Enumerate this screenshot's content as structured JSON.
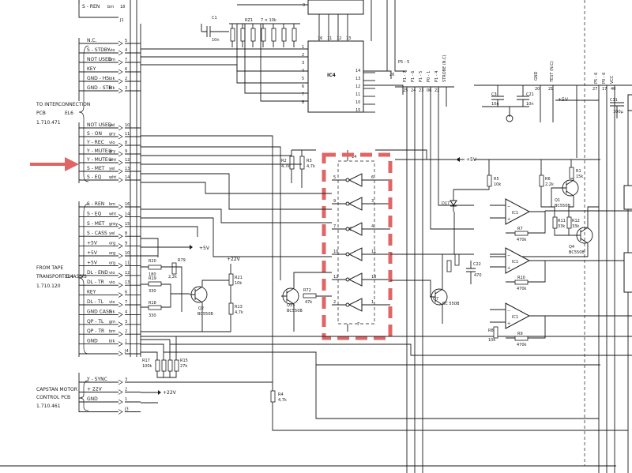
{
  "connector_el6": {
    "note_title": "TO INTERCONNECTION",
    "note_sub": "PCB",
    "name": "EL6",
    "part": "1.710.471",
    "pins_top": [
      {
        "label": "S - REN",
        "color": "brn",
        "num": "18"
      },
      {
        "label": "",
        "color": "",
        "num": "J1"
      }
    ],
    "pins_b": [
      {
        "label": "N.C.",
        "color": "",
        "num": "5"
      },
      {
        "label": "S - STDBY",
        "color": "vio",
        "num": "4"
      },
      {
        "label": "NOT USED",
        "color": "brn",
        "num": "7"
      },
      {
        "label": "KEY",
        "color": "",
        "num": "6"
      },
      {
        "label": "GND - HS",
        "color": "blk",
        "num": "2"
      },
      {
        "label": "GND - STB",
        "color": "blk",
        "num": "3"
      }
    ],
    "pins_c": [
      {
        "label": "NOT USED",
        "color": "yel",
        "num": "10"
      },
      {
        "label": "S - ON",
        "color": "gry",
        "num": "11"
      },
      {
        "label": "Y - REC",
        "color": "vio",
        "num": "8"
      },
      {
        "label": "Y - MUTE①",
        "color": "gry",
        "num": "9"
      },
      {
        "label": "Y - MUTE②",
        "color": "wht",
        "num": "12"
      },
      {
        "label": "S - MET",
        "color": "yel",
        "num": "13"
      },
      {
        "label": "S - EQ",
        "color": "wht",
        "num": "14"
      }
    ]
  },
  "connector_el4": {
    "note_title": "FROM TAPE",
    "note_sub": "TRANSPORT CHASSIS",
    "name": "EL4",
    "part": "1.710.120",
    "pins": [
      {
        "label": "S - REN",
        "color": "brn",
        "num": "16"
      },
      {
        "label": "S - EQ",
        "color": "wht",
        "num": "14"
      },
      {
        "label": "S - MET",
        "color": "grey",
        "num": "15"
      },
      {
        "label": "S - CASS",
        "color": "yel",
        "num": "8"
      },
      {
        "label": "+5V",
        "color": "org",
        "num": "9"
      },
      {
        "label": "+5V",
        "color": "org",
        "num": "10"
      },
      {
        "label": "+5V",
        "color": "org",
        "num": "11"
      },
      {
        "label": "DL - END",
        "color": "vio",
        "num": "12"
      },
      {
        "label": "DL - TR",
        "color": "vio",
        "num": "13"
      },
      {
        "label": "KEY",
        "color": "",
        "num": "6"
      },
      {
        "label": "DL - TL",
        "color": "vio",
        "num": "7"
      },
      {
        "label": "GND CASS",
        "color": "blk",
        "num": "4"
      },
      {
        "label": "QP - TL",
        "color": "grn",
        "num": "3"
      },
      {
        "label": "QP - TR",
        "color": "brn",
        "num": "2"
      },
      {
        "label": "GND",
        "color": "blk",
        "num": "1"
      },
      {
        "label": "",
        "color": "",
        "num": "J4"
      }
    ]
  },
  "connector_capstan": {
    "note_title": "CAPSTAN MOTOR",
    "note_sub": "CONTROL PCB",
    "part": "1.710.461",
    "pins": [
      {
        "label": "Y - SYNC",
        "num": "3"
      },
      {
        "label": "+ 22V",
        "num": "2"
      },
      {
        "label": "GND",
        "num": "1"
      },
      {
        "label": "",
        "num": "J3"
      }
    ]
  },
  "components": {
    "c1": {
      "ref": "C1",
      "value": "10n"
    },
    "rz1": {
      "ref": "RZ1",
      "value": "7 × 10k"
    },
    "ic4": {
      "ref": "IC4",
      "pins_left": [
        "1",
        "2",
        "3",
        "4",
        "5",
        "6",
        "7",
        "8"
      ],
      "pins_right": [
        "14",
        "13",
        "12",
        "11",
        "10",
        "15"
      ],
      "pins_top": [
        "16",
        "11",
        "12",
        "13"
      ],
      "pin9": "9"
    },
    "ic3": {
      "ref": "IC 3",
      "pin14": "14",
      "pin7": "7",
      "gate_in": [
        "5",
        "9",
        "7",
        "10",
        "12",
        "2"
      ],
      "gate_out": [
        "6",
        "3",
        "4",
        "11",
        "13",
        "1"
      ]
    },
    "r20": {
      "ref": "R20",
      "value": "180"
    },
    "r79": {
      "ref": "R79",
      "value": "2,2k"
    },
    "r19": {
      "ref": "R19",
      "value": "330"
    },
    "r18": {
      "ref": "R18",
      "value": "330"
    },
    "q2": {
      "ref": "Q2",
      "value": "BC550B"
    },
    "r21": {
      "ref": "R21",
      "value": "10k"
    },
    "r13": {
      "ref": "R13",
      "value": "4,7k"
    },
    "r2": {
      "ref": "R2",
      "value": "4,7k"
    },
    "r3": {
      "ref": "R3",
      "value": "4,7k"
    },
    "q15": {
      "ref": "Q15",
      "value": "BC550B"
    },
    "r72": {
      "ref": "R72",
      "value": "47k"
    },
    "r4": {
      "ref": "R4",
      "value": "4,7k"
    },
    "r17": {
      "ref": "R17",
      "value": "100k"
    },
    "r15": {
      "ref": "R15",
      "value": "27k"
    },
    "r5": {
      "ref": "R5",
      "value": "10k"
    },
    "r6": {
      "ref": "R6",
      "value": "2,2k"
    },
    "r1": {
      "ref": "R1",
      "value": "15k"
    },
    "q1": {
      "ref": "Q1",
      "value": "BC550B"
    },
    "q4": {
      "ref": "Q4",
      "value": "BC550B"
    },
    "r11": {
      "ref": "R11",
      "value": "33k"
    },
    "r12": {
      "ref": "R12",
      "value": "33k"
    },
    "r7": {
      "ref": "R7",
      "value": "470k"
    },
    "r10": {
      "ref": "R10",
      "value": "470k"
    },
    "r9": {
      "ref": "R9",
      "value": "470k"
    },
    "r8": {
      "ref": "R8",
      "value": "10k"
    },
    "q7": {
      "ref": "Q7",
      "value": "BC 550B"
    },
    "c22": {
      "ref": "C22",
      "value": "470"
    },
    "d17": {
      "ref": "D17"
    },
    "c3": {
      "ref": "C3",
      "value": "10n"
    },
    "c21": {
      "ref": "C21",
      "value": "10n"
    },
    "c11": {
      "ref": "C11",
      "value": "100µ"
    },
    "ic1": {
      "ref": "IC1"
    }
  },
  "net_labels": {
    "plus5v_a": "+5V",
    "plus5v_b": "+5V",
    "plus5v_c": "+5V",
    "plus22v_a": "+22V",
    "plus22v_b": "+22V",
    "p5_5": "P5 - 5",
    "p1_7": "P1 - 7",
    "p1_6": "P1 - 6",
    "p1_5": "P1 - 5",
    "p0_1": "P0 - 1",
    "p1_4": "P1 - 4",
    "strobe": "STROBE (N.C)",
    "gnd": "GND",
    "test": "TEST (N.C)",
    "p5_6": "P5 - 6",
    "p0_6": "P0 - 6",
    "vcc": "VCC",
    "p26": "26",
    "p25": "25",
    "p24": "24",
    "p23": "23",
    "p06": "06",
    "p22": "22",
    "p20": "20",
    "p21": "21",
    "p27": "27",
    "p17": "17",
    "p40": "40"
  },
  "colors": {
    "highlight": "#e06666",
    "ink": "#1a1a1a",
    "paper": "#ffffff"
  }
}
